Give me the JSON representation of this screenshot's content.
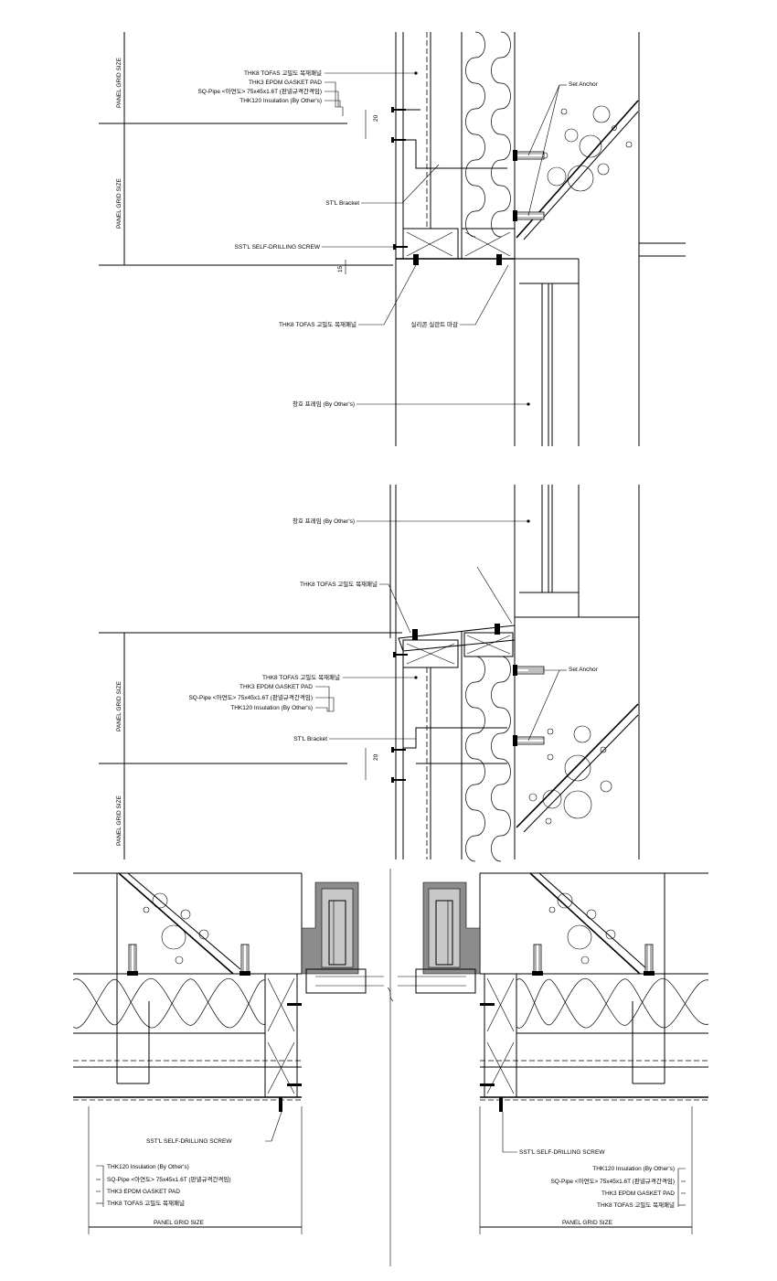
{
  "top_section": {
    "dim_panel_grid_upper": "PANEL GRID SIZE",
    "dim_panel_grid_lower": "PANEL GRID SIZE",
    "dim_20": "20",
    "dim_15": "15",
    "labels": {
      "tofas_panel": "THK8 TOFAS 고밀도 목재패널",
      "epdm_pad": "THK3 EPDM GASKET PAD",
      "sq_pipe": "SQ-Pipe <아연도> 75x45x1.6T (판넬규격간격임)",
      "insulation": "THK120 Insulation (By Other's)",
      "set_anchor": "Set Anchor",
      "stl_bracket": "ST'L Bracket",
      "self_drilling_screw": "SST'L SELF-DRILLING SCREW",
      "tofas_panel_2": "THK8 TOFAS 고밀도 목재패널",
      "sealant": "실리콘 실란트 마감",
      "window_frame": "창호 프레임 (By Other's)"
    }
  },
  "middle_section": {
    "dim_panel_grid_upper": "PANEL GRID SIZE",
    "dim_panel_grid_lower": "PANEL GRID SIZE",
    "dim_20": "20",
    "labels": {
      "window_frame": "창호 프레임 (By Other's)",
      "tofas_panel_top": "THK8 TOFAS 고밀도 목재패널",
      "tofas_panel": "THK8 TOFAS 고밀도 목재패널",
      "epdm_pad": "THK3 EPDM GASKET PAD",
      "sq_pipe": "SQ-Pipe <아연도> 75x45x1.6T (판넬규격간격임)",
      "insulation": "THK120 Insulation (By Other's)",
      "set_anchor": "Set Anchor",
      "stl_bracket": "ST'L Bracket"
    }
  },
  "bottom_section": {
    "left": {
      "self_drilling_screw": "SST'L SELF-DRILLING SCREW",
      "insulation": "THK120 Insulation (By Other's)",
      "sq_pipe": "SQ-Pipe <아연도> 75x45x1.6T (판넬규격간격임)",
      "epdm_pad": "THK3 EPDM GASKET PAD",
      "tofas_panel": "THK8 TOFAS 고밀도 목재패널",
      "panel_grid": "PANEL GRID  SIZE"
    },
    "right": {
      "self_drilling_screw": "SST'L SELF-DRILLING SCREW",
      "insulation": "THK120 Insulation (By Other's)",
      "sq_pipe": "SQ-Pipe <아연도> 75x45x1.6T (판넬규격간격임)",
      "epdm_pad": "THK3 EPDM GASKET PAD",
      "tofas_panel": "THK8 TOFAS 고밀도 목재패널",
      "panel_grid": "PANEL GRID  SIZE"
    }
  }
}
